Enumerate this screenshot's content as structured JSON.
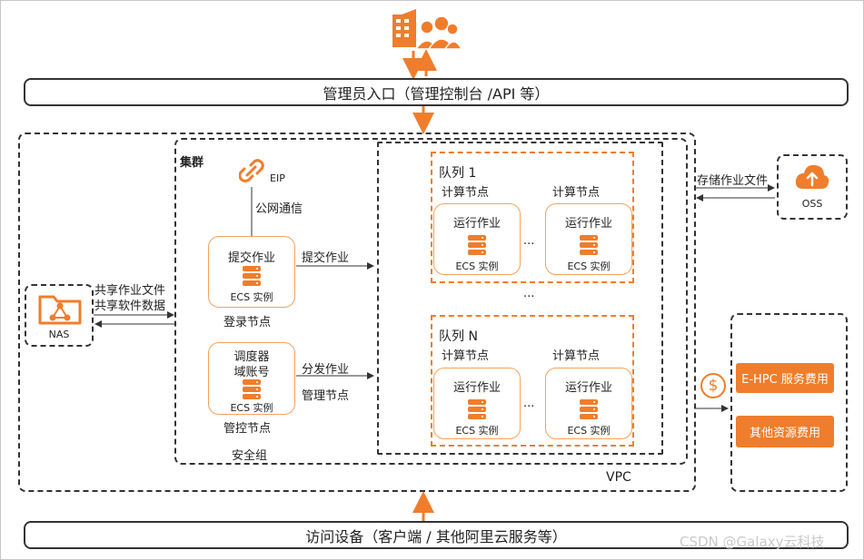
{
  "admin_bar": "管理员入口（管理控制台 /API 等）",
  "access_bar": "访问设备（客户端 / 其他阿里云服务等）",
  "watermark": "CSDN @Galaxy云科技",
  "vpc_label": "VPC",
  "cluster_label": "集群",
  "security_group_label": "安全组",
  "eip_label": "EIP",
  "public_comm_label": "公网通信",
  "login_node": {
    "title": "提交作业",
    "instance": "ECS 实例",
    "caption": "登录节点"
  },
  "mgmt_node": {
    "title_line1": "调度器",
    "title_line2": "域账号",
    "instance": "ECS 实例",
    "caption": "管控节点"
  },
  "submit_job_label": "提交作业",
  "dispatch_job_label": "分发作业",
  "mgmt_node_label": "管理节点",
  "nas": {
    "label": "NAS",
    "share_job_files": "共享作业文件",
    "share_software_data": "共享软件数据"
  },
  "oss": {
    "label": "OSS",
    "store_job_files": "存储作业文件"
  },
  "queue1": {
    "title": "队列  1",
    "compute_label_left": "计算节点",
    "compute_label_right": "计算节点",
    "node_left": {
      "title": "运行作业",
      "instance": "ECS  实例"
    },
    "node_right": {
      "title": "运行作业",
      "instance": "ECS   实例"
    },
    "ellipsis": "···"
  },
  "between_queues_ellipsis": "···",
  "queueN": {
    "title": "队列  N",
    "compute_label_left": "计算节点",
    "compute_label_right": "计算节点",
    "node_left": {
      "title": "运行作业",
      "instance": "ECS  实例"
    },
    "node_right": {
      "title": "运行作业",
      "instance": "ECS   实例"
    },
    "ellipsis": "···"
  },
  "billing": {
    "dollar_symbol": "$",
    "ehpc_fee": "E-HPC 服务费用",
    "other_fee": "其他资源费用"
  },
  "colors": {
    "accent": "#f07d2c",
    "line": "#333333"
  },
  "icons": [
    "users-building-icon",
    "eip-link-icon",
    "nas-folder-icon",
    "oss-cloud-icon",
    "server-icon",
    "dollar-icon"
  ]
}
